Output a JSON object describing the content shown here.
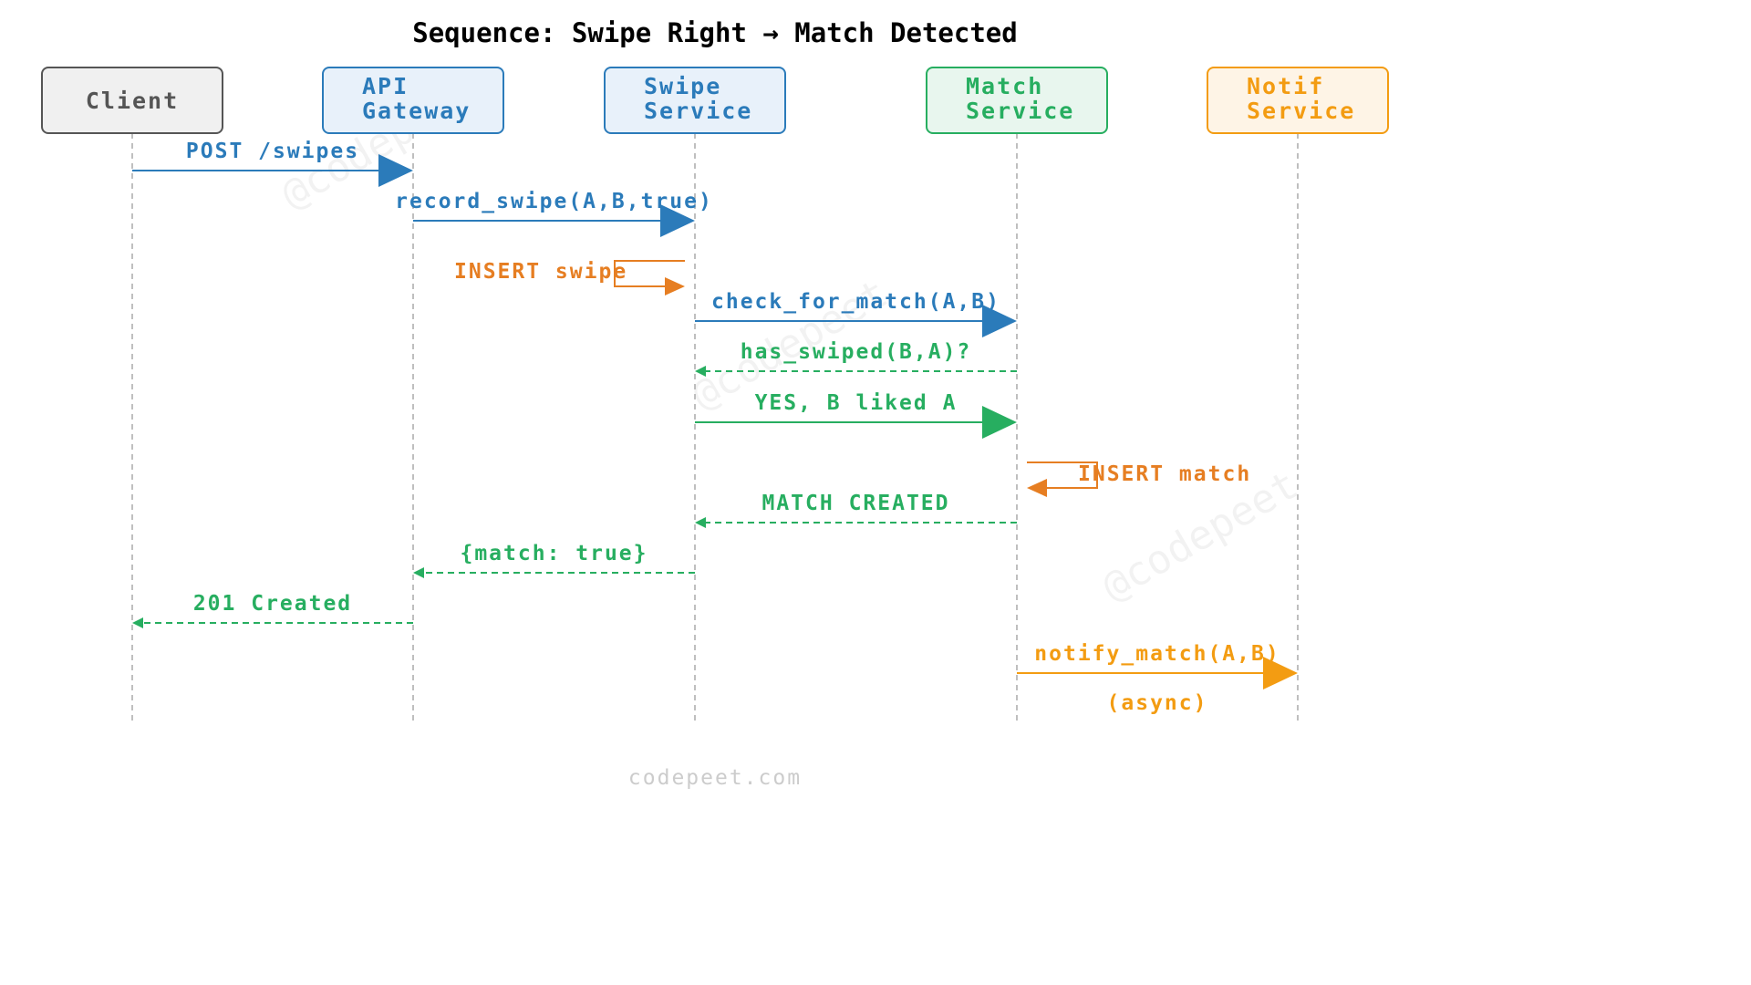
{
  "title": "Sequence: Swipe Right → Match Detected",
  "footer": "codepeet.com",
  "watermark": "@codepeet",
  "colors": {
    "blue": "#2b7bba",
    "green": "#27ae60",
    "orange": "#e67e22",
    "amber": "#f39c12",
    "gray": "#555555",
    "lifeline": "#aaaaaa"
  },
  "participants": [
    {
      "id": "client",
      "label_lines": [
        "Client"
      ],
      "fill": "#f0f0f0",
      "stroke": "#555555",
      "text": "#555555"
    },
    {
      "id": "api",
      "label_lines": [
        "API",
        "Gateway"
      ],
      "fill": "#e8f1fa",
      "stroke": "#2b7bba",
      "text": "#2b7bba"
    },
    {
      "id": "swipe",
      "label_lines": [
        "Swipe",
        "Service"
      ],
      "fill": "#e8f1fa",
      "stroke": "#2b7bba",
      "text": "#2b7bba"
    },
    {
      "id": "match",
      "label_lines": [
        "Match",
        "Service"
      ],
      "fill": "#e8f6ee",
      "stroke": "#27ae60",
      "text": "#27ae60"
    },
    {
      "id": "notif",
      "label_lines": [
        "Notif",
        "Service"
      ],
      "fill": "#fef4e6",
      "stroke": "#f39c12",
      "text": "#f39c12"
    }
  ],
  "messages": [
    {
      "from": "client",
      "to": "api",
      "label": "POST /swipes",
      "style": "solid",
      "color": "#2b7bba"
    },
    {
      "from": "api",
      "to": "swipe",
      "label": "record_swipe(A,B,true)",
      "style": "solid",
      "color": "#2b7bba"
    },
    {
      "from": "swipe",
      "to": "swipe",
      "label": "INSERT swipe",
      "style": "self",
      "color": "#e67e22"
    },
    {
      "from": "swipe",
      "to": "match",
      "label": "check_for_match(A,B)",
      "style": "solid",
      "color": "#2b7bba"
    },
    {
      "from": "match",
      "to": "swipe",
      "label": "has_swiped(B,A)?",
      "style": "dashed",
      "color": "#27ae60"
    },
    {
      "from": "swipe",
      "to": "match",
      "label": "YES, B liked A",
      "style": "solid",
      "color": "#27ae60"
    },
    {
      "from": "match",
      "to": "match",
      "label": "INSERT match",
      "style": "self",
      "color": "#e67e22"
    },
    {
      "from": "match",
      "to": "swipe",
      "label": "MATCH CREATED",
      "style": "dashed",
      "color": "#27ae60"
    },
    {
      "from": "swipe",
      "to": "api",
      "label": "{match: true}",
      "style": "dashed",
      "color": "#27ae60"
    },
    {
      "from": "api",
      "to": "client",
      "label": "201 Created",
      "style": "dashed",
      "color": "#27ae60"
    },
    {
      "from": "match",
      "to": "notif",
      "label": "notify_match(A,B)",
      "style": "solid",
      "color": "#f39c12",
      "note": "(async)"
    }
  ]
}
